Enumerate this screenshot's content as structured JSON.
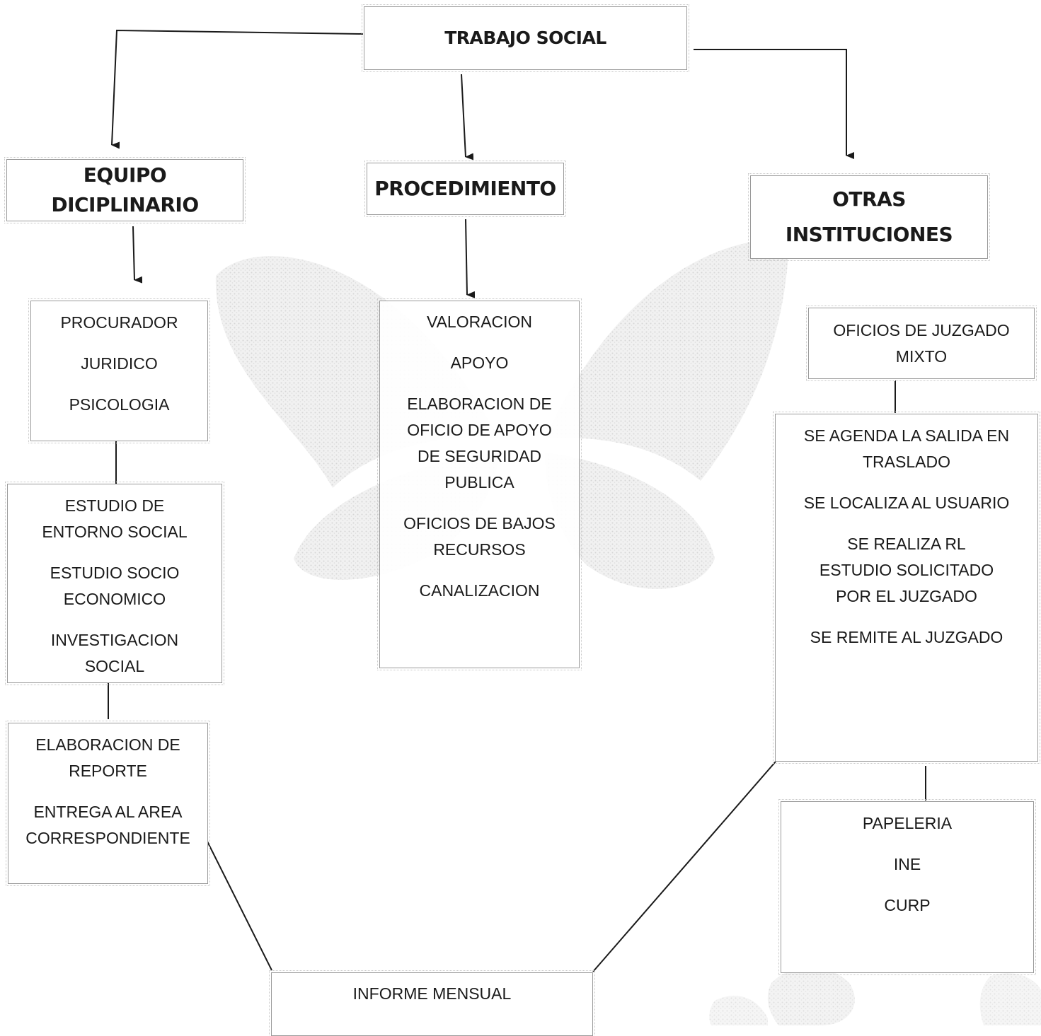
{
  "theme": {
    "box_border": "#9a9a9a",
    "line_color": "#1a1a1a",
    "text_color": "#1a1a1a",
    "watermark_color": "#d9d9d9"
  },
  "diagram": {
    "root": {
      "label": "TRABAJO SOCIAL"
    },
    "branches": {
      "equipo": {
        "label": "EQUIPO DICIPLINARIO",
        "members": [
          "PROCURADOR",
          "JURIDICO",
          "PSICOLOGIA"
        ],
        "studies": [
          "ESTUDIO DE ENTORNO SOCIAL",
          "ESTUDIO SOCIO ECONOMICO",
          "INVESTIGACION SOCIAL"
        ],
        "report": [
          "ELABORACION DE REPORTE",
          "ENTREGA AL AREA CORRESPONDIENTE"
        ]
      },
      "procedimiento": {
        "label": "PROCEDIMIENTO",
        "steps": [
          "VALORACION",
          "APOYO",
          "ELABORACION DE OFICIO DE APOYO DE SEGURIDAD PUBLICA",
          "OFICIOS DE BAJOS RECURSOS",
          "CANALIZACION"
        ]
      },
      "otras": {
        "label_line1": "OTRAS",
        "label_line2": "INSTITUCIONES",
        "oficios": "OFICIOS DE JUZGADO MIXTO",
        "process": [
          "SE AGENDA LA SALIDA EN TRASLADO",
          "SE LOCALIZA AL USUARIO",
          "SE REALIZA RL ESTUDIO SOLICITADO POR EL JUZGADO",
          "SE REMITE AL JUZGADO"
        ],
        "documents": [
          "PAPELERIA",
          "INE",
          "CURP"
        ]
      }
    },
    "final": {
      "label": "INFORME MENSUAL"
    }
  }
}
